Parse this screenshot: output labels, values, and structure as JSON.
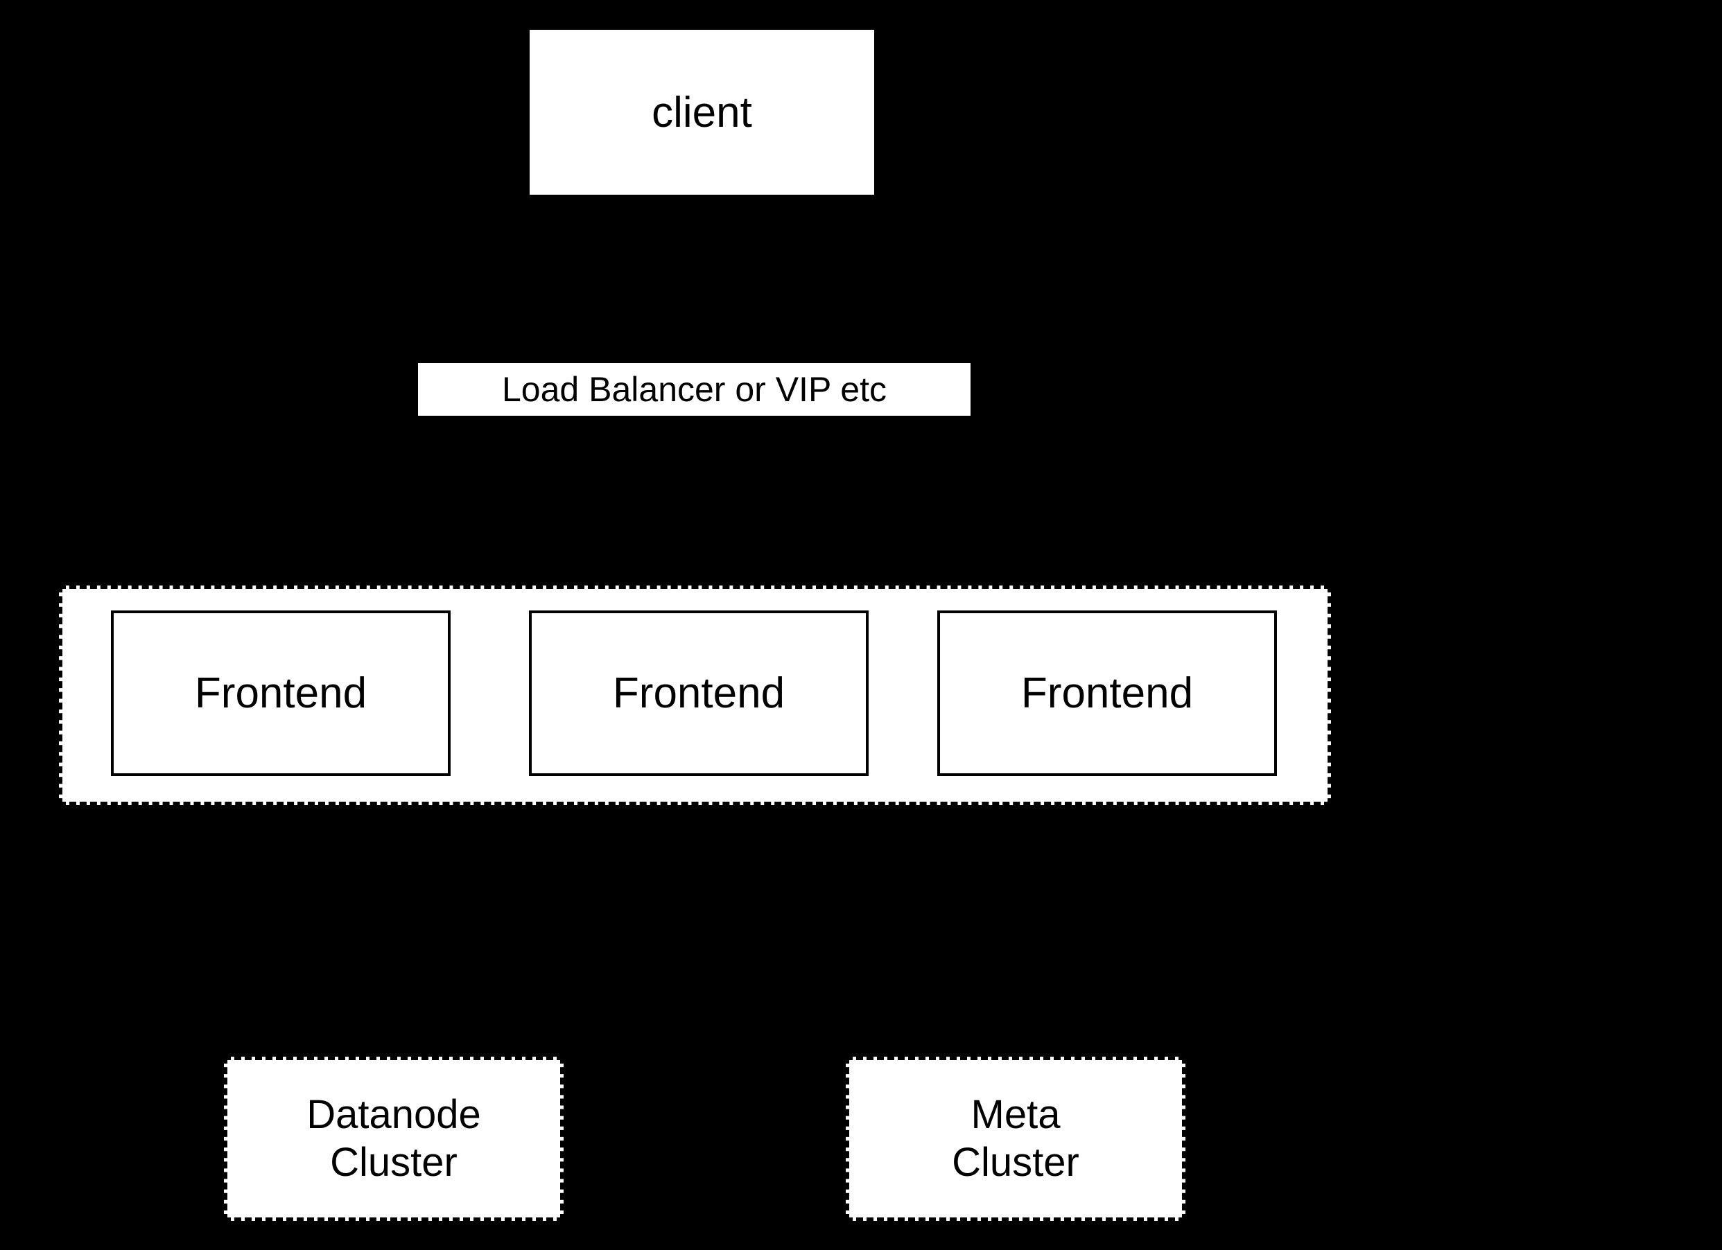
{
  "diagram": {
    "kind": "architecture-diagram",
    "nodes": {
      "client": {
        "label": "client"
      },
      "load_balancer": {
        "label": "Load Balancer or VIP etc"
      },
      "frontends": [
        {
          "label": "Frontend"
        },
        {
          "label": "Frontend"
        },
        {
          "label": "Frontend"
        }
      ],
      "datanode_cluster": {
        "lines": [
          "Datanode",
          "Cluster"
        ]
      },
      "meta_cluster": {
        "lines": [
          "Meta",
          "Cluster"
        ]
      }
    },
    "colors": {
      "background": "#000000",
      "node_fill": "#ffffff",
      "node_border": "#000000",
      "text": "#000000"
    }
  }
}
